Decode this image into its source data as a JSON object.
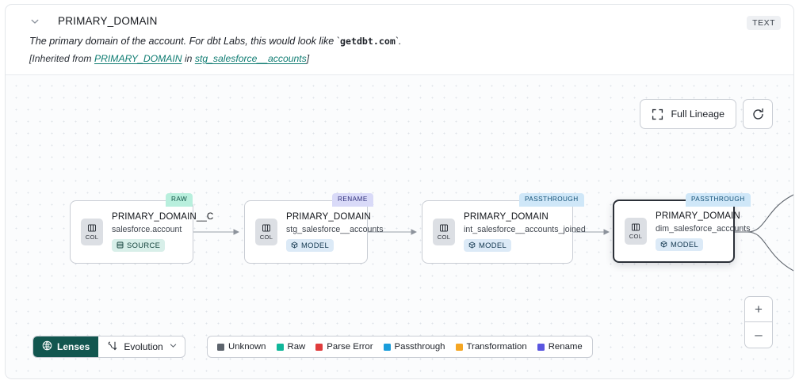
{
  "header": {
    "collapse_icon": "chevron-down-icon",
    "title": "PRIMARY_DOMAIN",
    "type_badge": "TEXT",
    "description_pre": "The primary domain of the account. For dbt Labs, this would look like `",
    "description_code": "getdbt.com",
    "description_post": "`.",
    "inherited_pre": "[Inherited from ",
    "inherited_link": "PRIMARY_DOMAIN",
    "inherited_mid": " in ",
    "inherited_source": "stg_salesforce__accounts",
    "inherited_post": "]"
  },
  "controls": {
    "full_lineage_label": "Full Lineage",
    "full_lineage_icon": "expand-corners-icon",
    "refresh_icon": "refresh-icon",
    "zoom_in_label": "+",
    "zoom_out_label": "–"
  },
  "graph": {
    "nodes": [
      {
        "tag": "RAW",
        "tag_class": "raw",
        "badge": "COL",
        "column": "PRIMARY_DOMAIN__C",
        "table": "salesforce.account",
        "kind": "SOURCE",
        "kind_class": "source",
        "selected": false
      },
      {
        "tag": "RENAME",
        "tag_class": "ren",
        "badge": "COL",
        "column": "PRIMARY_DOMAIN",
        "table": "stg_salesforce__accounts",
        "kind": "MODEL",
        "kind_class": "model",
        "selected": false
      },
      {
        "tag": "PASSTHROUGH",
        "tag_class": "pass",
        "badge": "COL",
        "column": "PRIMARY_DOMAIN",
        "table": "int_salesforce__accounts_joined",
        "kind": "MODEL",
        "kind_class": "model",
        "selected": false
      },
      {
        "tag": "PASSTHROUGH",
        "tag_class": "pass",
        "badge": "COL",
        "column": "PRIMARY_DOMAIN",
        "table": "dim_salesforce_accounts",
        "kind": "MODEL",
        "kind_class": "model",
        "selected": true
      }
    ]
  },
  "toolbar": {
    "lenses_label": "Lenses",
    "lenses_icon": "aperture-icon",
    "evolution_label": "Evolution",
    "evolution_icon": "branch-icon",
    "evolution_caret": "chevron-down-icon"
  },
  "legend": [
    {
      "label": "Unknown",
      "color": "#5d646d"
    },
    {
      "label": "Raw",
      "color": "#10b79a"
    },
    {
      "label": "Parse Error",
      "color": "#e03c3c"
    },
    {
      "label": "Passthrough",
      "color": "#1a9ddb"
    },
    {
      "label": "Transformation",
      "color": "#f5a623"
    },
    {
      "label": "Rename",
      "color": "#5a56e0"
    }
  ]
}
